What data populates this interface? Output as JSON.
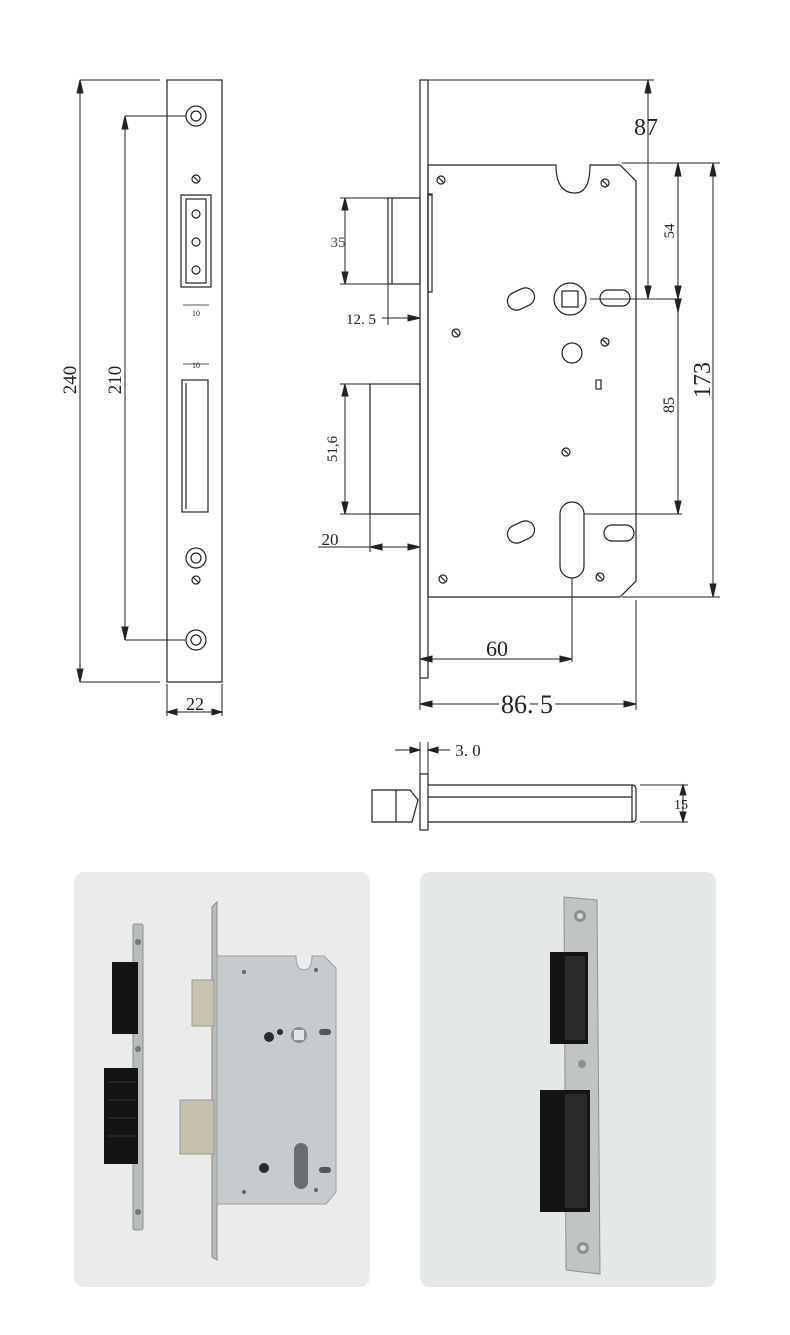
{
  "strike_plate": {
    "total_length": "240",
    "hole_spacing": "210",
    "width": "22",
    "slot_width_top": "10",
    "slot_width_bottom": "10"
  },
  "lock_body": {
    "backset_to_faceplate_top": "87",
    "handle_to_top": "54",
    "handle_to_cylinder": "85",
    "body_height": "173",
    "latch_height": "35",
    "latch_projection": "12. 5",
    "deadbolt_height": "51,6",
    "deadbolt_projection": "20",
    "backset": "60",
    "body_depth": "86. 5"
  },
  "side_view": {
    "faceplate_thickness": "3. 0",
    "body_thickness": "15"
  },
  "photos": [
    {
      "subject": "lock-body-and-strike-plate"
    },
    {
      "subject": "strike-plate-close-up"
    }
  ],
  "colors": {
    "line": "#222222",
    "photo_bg": "#e9eceb",
    "steel": "#c9cccd",
    "black_box": "#141414"
  }
}
